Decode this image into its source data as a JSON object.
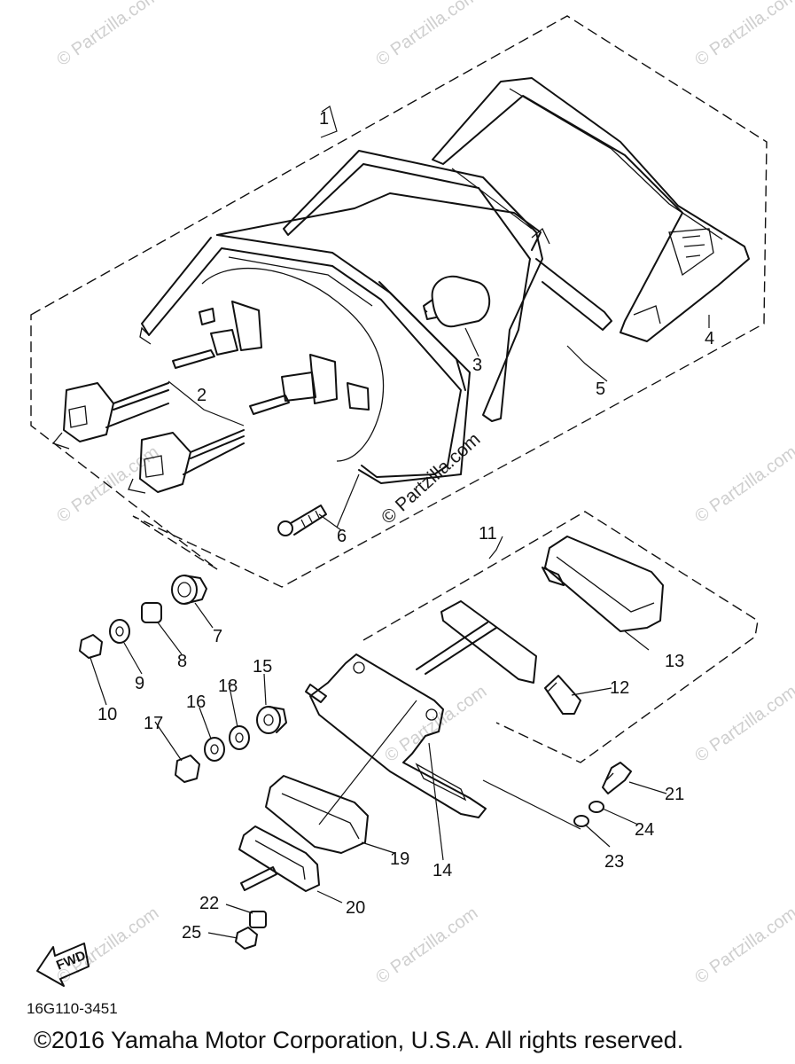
{
  "watermarks": [
    "© Partzilla.com",
    "© Partzilla.com",
    "© Partzilla.com",
    "© Partzilla.com",
    "© Partzilla.com",
    "© Partzilla.com",
    "© Partzilla.com",
    "© Partzilla.com",
    "© Partzilla.com",
    "© Partzilla.com"
  ],
  "center_watermark": "© Partzilla.com",
  "callouts": {
    "p1": "1",
    "p2": "2",
    "p3": "3",
    "p4": "4",
    "p5": "5",
    "p6": "6",
    "p7": "7",
    "p8": "8",
    "p9": "9",
    "p10": "10",
    "p11": "11",
    "p12": "12",
    "p13": "13",
    "p14": "14",
    "p15": "15",
    "p16": "16",
    "p17": "17",
    "p18": "18",
    "p19": "19",
    "p20": "20",
    "p21": "21",
    "p22": "22",
    "p23": "23",
    "p24": "24",
    "p25": "25"
  },
  "fwd_label": "FWD",
  "diagram_code": "16G110-3451",
  "copyright": "©2016 Yamaha Motor Corporation, U.S.A. All rights reserved."
}
